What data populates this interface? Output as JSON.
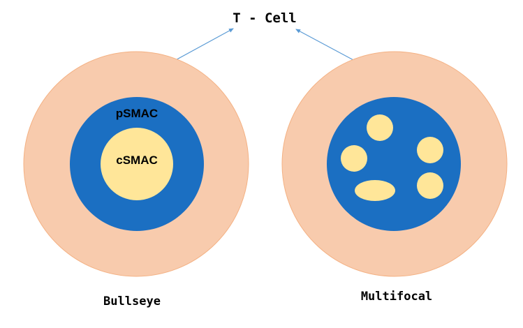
{
  "title": "T - Cell",
  "colors": {
    "outer": "#F8CBAD",
    "outer_stroke": "#F4B183",
    "pSMAC": "#1B6FC2",
    "cSMAC": "#FFE699",
    "arrow": "#5B9BD5",
    "text": "#000000"
  },
  "diagrams": [
    {
      "name": "bullseye",
      "label": "Bullseye",
      "ring_label": "pSMAC",
      "center_label": "cSMAC"
    },
    {
      "name": "multifocal",
      "label": "Multifocal",
      "cluster_count": 5
    }
  ]
}
